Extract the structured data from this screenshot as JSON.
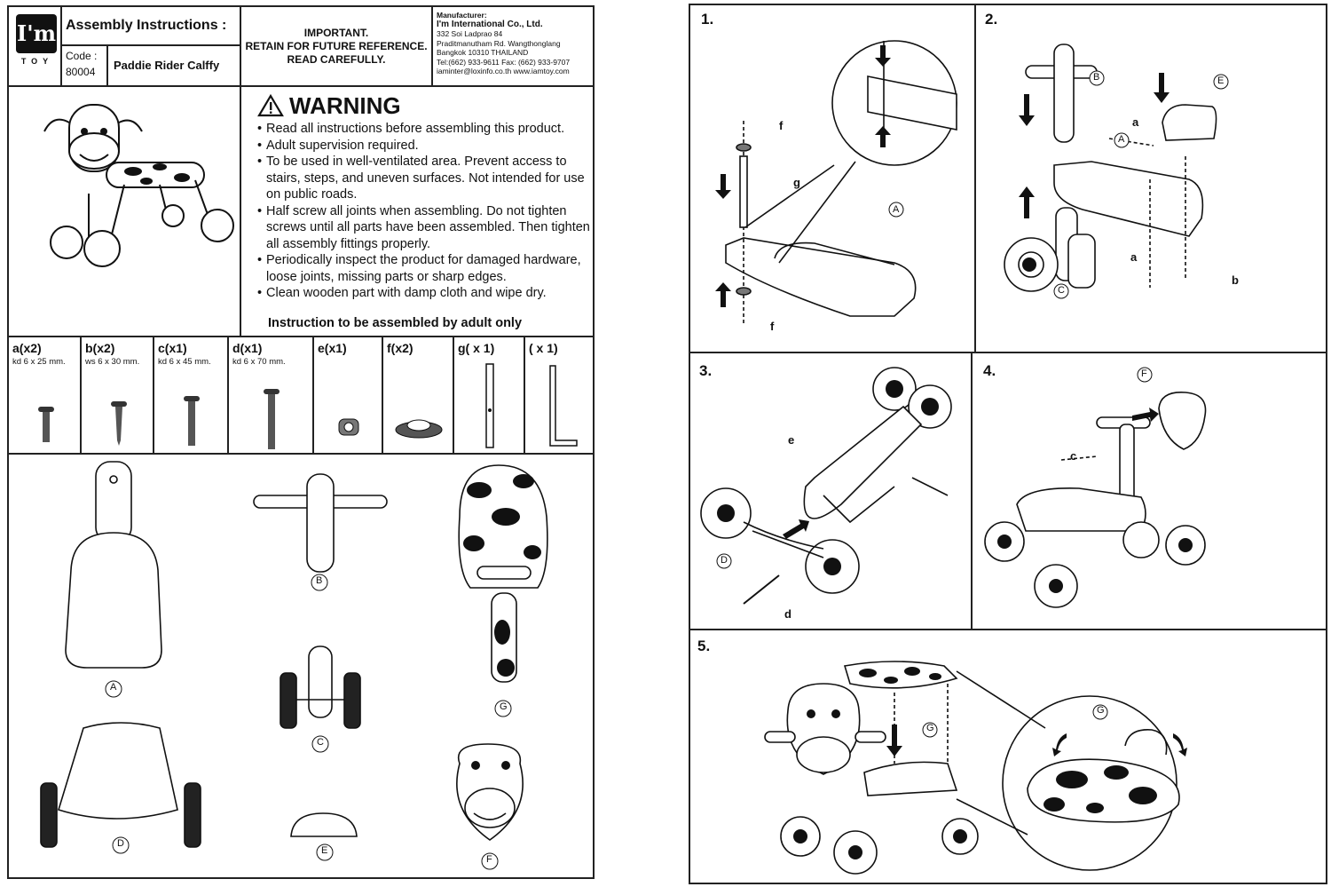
{
  "header": {
    "logo_text": "I'm",
    "logo_sub": "TOY",
    "title": "Assembly Instructions :",
    "code_label": "Code :",
    "code_value": "80004",
    "product_name": "Paddie Rider Calffy",
    "important_lines": [
      "IMPORTANT.",
      "RETAIN FOR FUTURE REFERENCE.",
      "READ CAREFULLY."
    ],
    "manufacturer": {
      "label": "Manufacturer:",
      "name": "I'm International Co., Ltd.",
      "address_lines": [
        "332 Soi Ladprao 84",
        "Praditmanutham Rd. Wangthonglang",
        "Bangkok 10310 THAILAND"
      ],
      "phone": "Tel:(662) 933-9611  Fax: (662) 933-9707",
      "web": "iaminter@loxinfo.co.th  www.iamtoy.com"
    }
  },
  "warning": {
    "title": "WARNING",
    "items": [
      "Read all instructions before assembling this product.",
      "Adult supervision required.",
      "To be used in well-ventilated area. Prevent access to stairs, steps, and uneven surfaces. Not intended for use on public roads.",
      "Half screw all joints when assembling. Do not tighten screws until all parts have been assembled. Then tighten all assembly fittings properly.",
      "Periodically inspect the product for damaged hardware, loose joints, missing parts or sharp edges.",
      "Clean wooden part with damp cloth and wipe dry."
    ],
    "footer": "Instruction to be assembled by adult only"
  },
  "hardware": [
    {
      "label": "a(x2)",
      "spec": "kd 6 x 25 mm."
    },
    {
      "label": "b(x2)",
      "spec": "ws 6 x 30 mm."
    },
    {
      "label": "c(x1)",
      "spec": "kd 6 x 45 mm."
    },
    {
      "label": "d(x1)",
      "spec": "kd 6 x 70 mm."
    },
    {
      "label": "e(x1)",
      "spec": ""
    },
    {
      "label": "f(x2)",
      "spec": ""
    },
    {
      "label": "g( x 1)",
      "spec": ""
    },
    {
      "label": "( x 1)",
      "spec": ""
    }
  ],
  "parts": [
    "A",
    "B",
    "C",
    "D",
    "E",
    "F",
    "G"
  ],
  "steps": {
    "s1": {
      "num": "1.",
      "labels": [
        "f",
        "g",
        "A",
        "f"
      ]
    },
    "s2": {
      "num": "2.",
      "labels": [
        "B",
        "E",
        "a",
        "A",
        "a",
        "C",
        "b"
      ]
    },
    "s3": {
      "num": "3.",
      "labels": [
        "e",
        "D",
        "d"
      ]
    },
    "s4": {
      "num": "4.",
      "labels": [
        "F",
        "c"
      ]
    },
    "s5": {
      "num": "5.",
      "labels": [
        "G",
        "G"
      ]
    }
  }
}
